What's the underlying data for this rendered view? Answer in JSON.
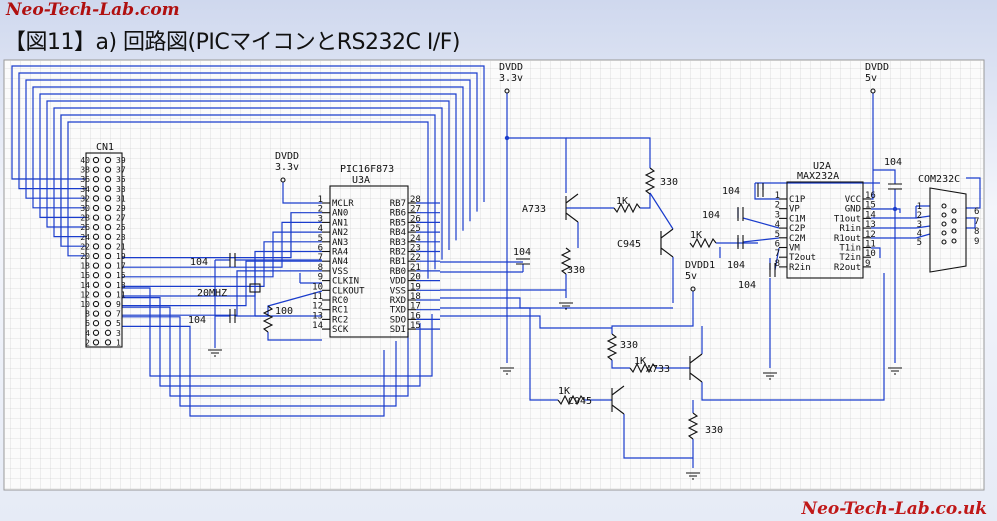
{
  "brand": {
    "top": "Neo-Tech-Lab.com",
    "bottom": "Neo-Tech-Lab.co.uk"
  },
  "title": "【図11】a) 回路図(PICマイコンとRS232C I/F)",
  "colors": {
    "wire": "#1a3ccc",
    "component": "#111111",
    "brand": "#b01010",
    "grid": "#c8c8c8"
  },
  "schematic": {
    "cn1": {
      "ref": "CN1",
      "pins_left": [
        "40",
        "38",
        "36",
        "34",
        "32",
        "30",
        "28",
        "26",
        "24",
        "22",
        "20",
        "18",
        "16",
        "14",
        "12",
        "10",
        "8",
        "6",
        "4",
        "2"
      ],
      "pins_right": [
        "39",
        "37",
        "35",
        "33",
        "31",
        "29",
        "27",
        "25",
        "23",
        "21",
        "19",
        "17",
        "15",
        "13",
        "11",
        "9",
        "7",
        "5",
        "3",
        "1"
      ]
    },
    "u3": {
      "ref": "U3A",
      "part": "PIC16F873",
      "left_pins": [
        {
          "num": "1",
          "name": "MCLR"
        },
        {
          "num": "2",
          "name": "AN0"
        },
        {
          "num": "3",
          "name": "AN1"
        },
        {
          "num": "4",
          "name": "AN2"
        },
        {
          "num": "5",
          "name": "AN3"
        },
        {
          "num": "6",
          "name": "RA4"
        },
        {
          "num": "7",
          "name": "AN4"
        },
        {
          "num": "8",
          "name": "VSS"
        },
        {
          "num": "9",
          "name": "CLKIN"
        },
        {
          "num": "10",
          "name": "CLKOUT"
        },
        {
          "num": "11",
          "name": "RC0"
        },
        {
          "num": "12",
          "name": "RC1"
        },
        {
          "num": "13",
          "name": "RC2"
        },
        {
          "num": "14",
          "name": "SCK"
        }
      ],
      "right_pins": [
        {
          "num": "28",
          "name": "RB7"
        },
        {
          "num": "27",
          "name": "RB6"
        },
        {
          "num": "26",
          "name": "RB5"
        },
        {
          "num": "25",
          "name": "RB4"
        },
        {
          "num": "24",
          "name": "RB3"
        },
        {
          "num": "23",
          "name": "RB2"
        },
        {
          "num": "22",
          "name": "RB1"
        },
        {
          "num": "21",
          "name": "RB0"
        },
        {
          "num": "20",
          "name": "VDD"
        },
        {
          "num": "19",
          "name": "VSS"
        },
        {
          "num": "18",
          "name": "RXD"
        },
        {
          "num": "17",
          "name": "TXD"
        },
        {
          "num": "16",
          "name": "SDO"
        },
        {
          "num": "15",
          "name": "SDI"
        }
      ]
    },
    "u2": {
      "ref": "U2A",
      "part": "MAX232A",
      "left_pins": [
        {
          "num": "1",
          "name": "C1P"
        },
        {
          "num": "2",
          "name": "VP"
        },
        {
          "num": "3",
          "name": "C1M"
        },
        {
          "num": "4",
          "name": "C2P"
        },
        {
          "num": "5",
          "name": "C2M"
        },
        {
          "num": "6",
          "name": "VM"
        },
        {
          "num": "7",
          "name": "T2out"
        },
        {
          "num": "8",
          "name": "R2in"
        }
      ],
      "right_pins": [
        {
          "num": "16",
          "name": "VCC"
        },
        {
          "num": "15",
          "name": "GND"
        },
        {
          "num": "14",
          "name": "T1out"
        },
        {
          "num": "13",
          "name": "R1in"
        },
        {
          "num": "12",
          "name": "R1out"
        },
        {
          "num": "11",
          "name": "T1in"
        },
        {
          "num": "10",
          "name": "T2in"
        },
        {
          "num": "9",
          "name": "R2out"
        }
      ]
    },
    "com": {
      "ref": "COM232C",
      "pins": [
        "1",
        "2",
        "3",
        "4",
        "5",
        "6",
        "7",
        "8",
        "9"
      ]
    },
    "power": [
      {
        "name": "DVDD",
        "value": "3.3v"
      },
      {
        "name": "DVDD",
        "value": "3.3v"
      },
      {
        "name": "DVDD",
        "value": "5v"
      },
      {
        "name": "DVDD1",
        "value": "5v"
      }
    ],
    "labels": {
      "xtal": "20MHZ",
      "r100": "100",
      "cap104": "104",
      "r1k": "1K",
      "r330": "330",
      "pnp": "A733",
      "npn": "C945"
    }
  }
}
